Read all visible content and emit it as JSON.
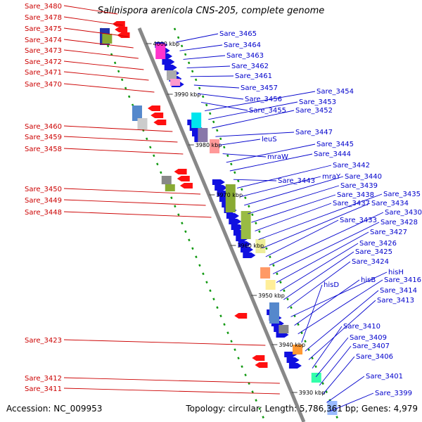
{
  "title": "Salinispora arenicola CNS-205, complete genome",
  "accession": "Accession: NC_009953",
  "stats": "Topology: circular; Length: 5,786,361 bp; Genes: 4,979",
  "colors": {
    "backbone": "#888888",
    "forward_arrow": "#1010e0",
    "reverse_arrow": "#ff1010",
    "left_label": "#cc0000",
    "right_label": "#0000cc",
    "dotted_line": "#119911",
    "ruler_text": "#000000"
  },
  "kbp_ticks": [
    "4000 kbp",
    "3990 kbp",
    "3980 kbp",
    "3970 kbp",
    "3960 kbp",
    "3950 kbp",
    "3940 kbp",
    "3930 kbp"
  ],
  "left_genes": [
    "Sare_3480",
    "Sare_3478",
    "Sare_3475",
    "Sare_3474",
    "Sare_3473",
    "Sare_3472",
    "Sare_3471",
    "Sare_3470",
    "Sare_3460",
    "Sare_3459",
    "Sare_3458",
    "Sare_3450",
    "Sare_3449",
    "Sare_3448",
    "Sare_3423",
    "Sare_3412",
    "Sare_3411"
  ],
  "right_genes": [
    "Sare_3465",
    "Sare_3464",
    "Sare_3463",
    "Sare_3462",
    "Sare_3461",
    "Sare_3457",
    "Sare_3456",
    "Sare_3455",
    "Sare_3454",
    "Sare_3453",
    "Sare_3452",
    "Sare_3447",
    "leuS",
    "mraW",
    "Sare_3445",
    "Sare_3444",
    "Sare_3443",
    "Sare_3442",
    "mraY",
    "Sare_3440",
    "Sare_3439",
    "Sare_3438",
    "Sare_3437",
    "Sare_3435",
    "Sare_3434",
    "Sare_3433",
    "Sare_3430",
    "Sare_3428",
    "Sare_3427",
    "Sare_3426",
    "Sare_3425",
    "Sare_3424",
    "hisH",
    "hisB",
    "Sare_3416",
    "hisD",
    "Sare_3414",
    "Sare_3413",
    "Sare_3410",
    "Sare_3409",
    "Sare_3407",
    "Sare_3406",
    "Sare_3401",
    "Sare_3399"
  ]
}
